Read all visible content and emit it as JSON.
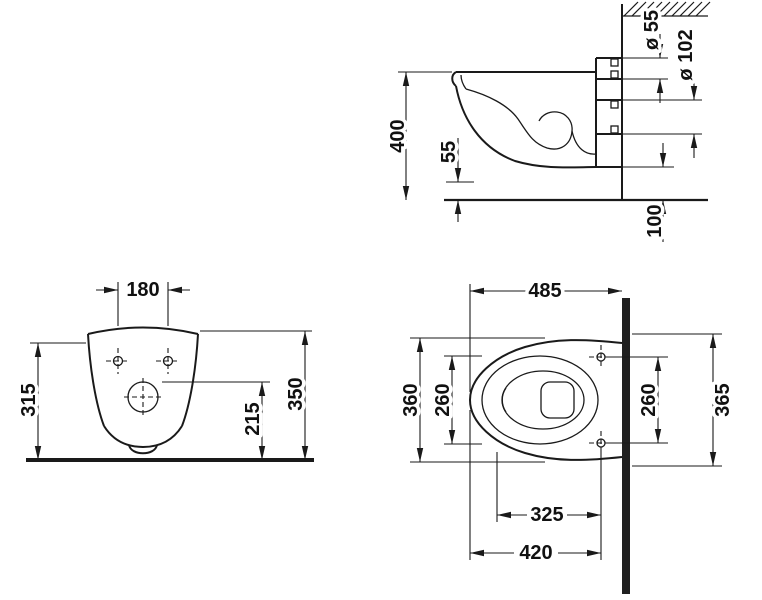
{
  "drawing": {
    "colors": {
      "ink": "#1a1a1a",
      "background": "#ffffff",
      "wall_fill": "#202020"
    },
    "views": {
      "side": {
        "dims": {
          "height": "400",
          "front_clearance": "55",
          "flush_pipe_diameter": "ø 55",
          "outlet_diameter": "ø 102",
          "outlet_height": "100"
        }
      },
      "front": {
        "dims": {
          "fixing_hole_spacing": "180",
          "height_left": "315",
          "height_inner": "215",
          "height_right": "350"
        }
      },
      "plan": {
        "dims": {
          "depth": "485",
          "width": "360",
          "seat_inner_width": "260",
          "fixing_width": "260",
          "width_outer": "365",
          "inner_depth": "325",
          "fixing_depth": "420"
        }
      }
    }
  }
}
